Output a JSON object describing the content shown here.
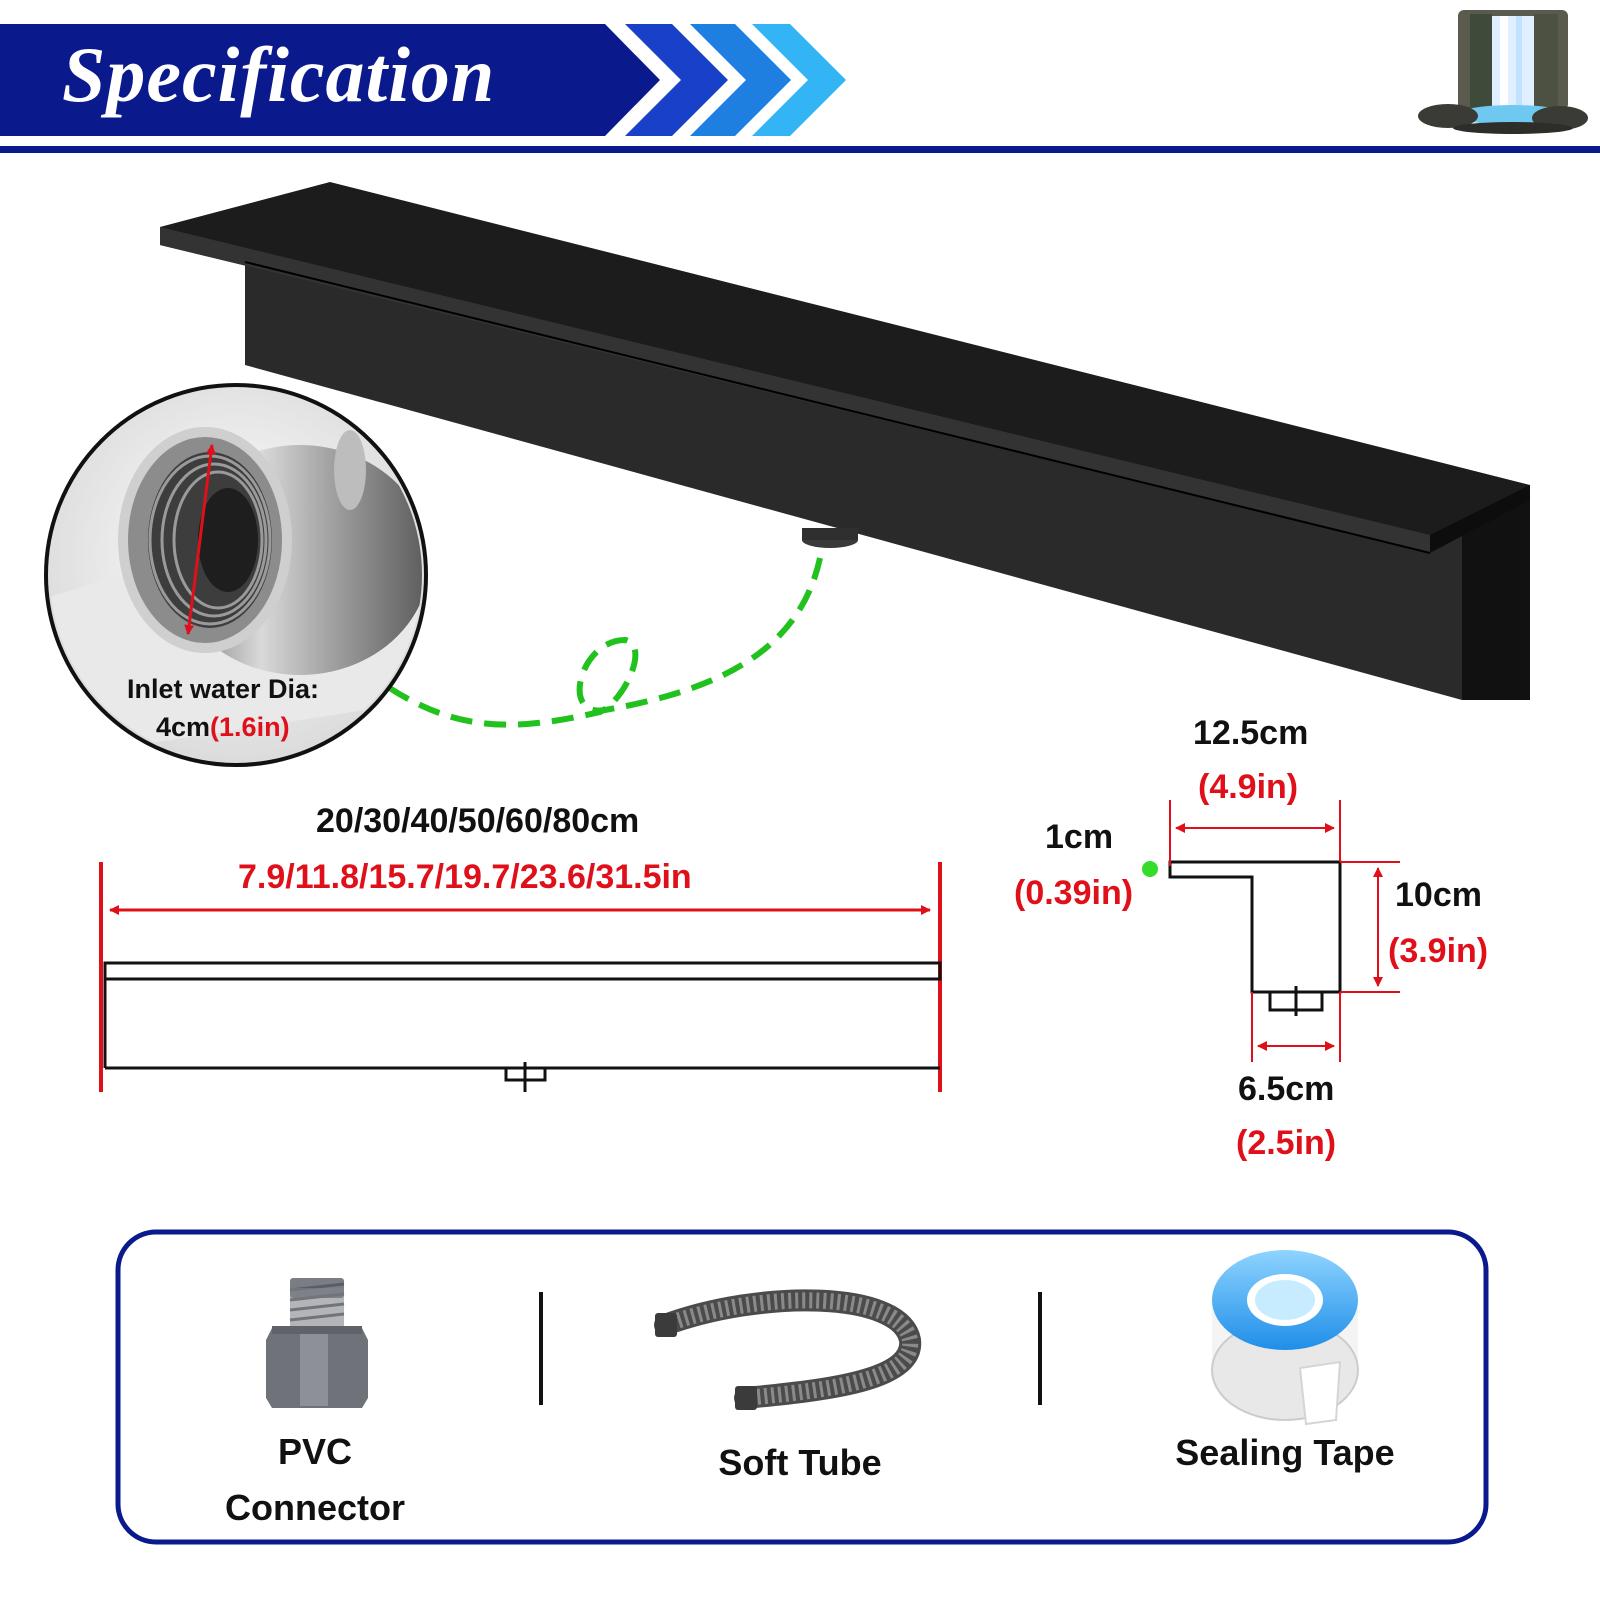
{
  "header": {
    "title": "Specification"
  },
  "inlet": {
    "label": "Inlet water Dia:",
    "value_cm": "4cm",
    "value_in": "(1.6in)"
  },
  "dimensions": {
    "length": {
      "cm": "20/30/40/50/60/80cm",
      "in": "7.9/11.8/15.7/19.7/23.6/31.5in"
    },
    "depth": {
      "cm": "12.5cm",
      "in": "(4.9in)"
    },
    "lip": {
      "cm": "1cm",
      "in": "(0.39in)"
    },
    "height": {
      "cm": "10cm",
      "in": "(3.9in)"
    },
    "channel": {
      "cm": "6.5cm",
      "in": "(2.5in)"
    }
  },
  "accessories": [
    {
      "name": "PVC\nConnector",
      "icon": "pvc-connector-icon"
    },
    {
      "name": "Soft Tube",
      "icon": "soft-tube-icon"
    },
    {
      "name": "Sealing Tape",
      "icon": "sealing-tape-icon"
    }
  ],
  "colors": {
    "header_blue": "#0a1a8c",
    "dimension_red": "#e0101a",
    "arrow_green": "#22c21e",
    "product_black": "#1a1a1a"
  }
}
